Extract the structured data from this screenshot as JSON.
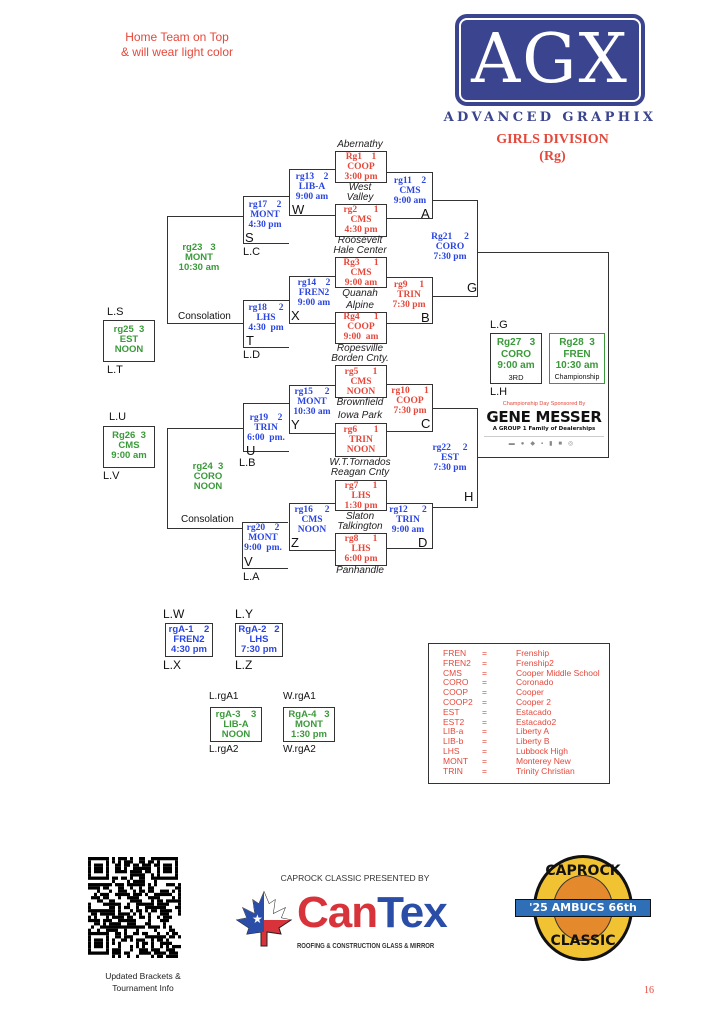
{
  "header": {
    "note_line1": "Home Team on Top",
    "note_line2": "& will wear light color",
    "logo_text": "AGX",
    "logo_sub": "ADVANCED GRAPHIX",
    "division": "GIRLS  DIVISION",
    "division_code": "(Rg)"
  },
  "colors": {
    "home": "#e5483b",
    "away": "#2b45e0",
    "consolation": "#3a9a3a",
    "logo": "#3a448f"
  },
  "games": {
    "rg1": [
      "Rg1    1",
      "COOP",
      "3:00 pm"
    ],
    "rg2": [
      "rg2       1",
      "CMS",
      "4:30 pm"
    ],
    "rg3": [
      "Rg3      1",
      "CMS",
      "9:00 am"
    ],
    "rg4": [
      "Rg4      1",
      "COOP",
      "9:00  am"
    ],
    "rg5": [
      "rg5      1",
      "CMS",
      "NOON"
    ],
    "rg6": [
      "rg6       1",
      "TRIN",
      "NOON"
    ],
    "rg7": [
      "rg7      1",
      "LHS",
      "1:30 pm"
    ],
    "rg8": [
      "rg8      1",
      "LHS",
      "6:00 pm"
    ],
    "rg9": [
      "rg9     1",
      "TRIN",
      "7:30 pm"
    ],
    "rg10": [
      "rg10      1",
      "COOP",
      "7:30 pm"
    ],
    "rg11": [
      "rg11    2",
      "CMS",
      "9:00 am"
    ],
    "rg12": [
      "rg12      2",
      "TRIN",
      "9:00 am"
    ],
    "rg13": [
      "rg13    2",
      "LIB-A",
      "9:00 am"
    ],
    "rg14": [
      "rg14    2",
      "FREN2",
      "9:00 am"
    ],
    "rg15": [
      "rg15     2",
      "MONT",
      "10:30 am"
    ],
    "rg16": [
      "rg16     2",
      "CMS",
      "NOON"
    ],
    "rg17": [
      "rg17    2",
      "MONT",
      "4:30 pm"
    ],
    "rg18": [
      "rg18     2",
      "LHS",
      "4:30  pm"
    ],
    "rg19": [
      "rg19    2",
      "TRIN",
      "6:00  pm."
    ],
    "rg20": [
      "rg20    2",
      "MONT",
      "9:00  pm."
    ],
    "rg21": [
      "Rg21     2",
      "CORO",
      "7:30 pm"
    ],
    "rg22": [
      "rg22     2",
      "EST",
      "7:30 pm"
    ],
    "rg23": [
      "rg23   3",
      "MONT",
      "10:30 am"
    ],
    "rg24": [
      "rg24  3",
      "CORO",
      "NOON"
    ],
    "rg25": [
      "rg25  3",
      "EST",
      "NOON"
    ],
    "rg26": [
      "Rg26  3",
      "CMS",
      "9:00 am"
    ],
    "rg27": [
      "Rg27   3",
      "CORO",
      "9:00 am"
    ],
    "rg28": [
      "Rg28  3",
      "FREN",
      "10:30 am"
    ],
    "rga1": [
      "rgA-1    2",
      "FREN2",
      "4:30 pm"
    ],
    "rga2": [
      "RgA-2   2",
      "LHS",
      "7:30 pm"
    ],
    "rga3": [
      "rgA-3    3",
      "LIB-A",
      "NOON"
    ],
    "rga4": [
      "RgA-4   3",
      "MONT",
      "1:30 pm"
    ]
  },
  "slots": {
    "W": "W",
    "A": "A",
    "S": "S",
    "G": "G",
    "X": "X",
    "B": "B",
    "T": "T",
    "Y": "Y",
    "C": "C",
    "U": "U",
    "H": "H",
    "Z": "Z",
    "D": "D",
    "V": "V"
  },
  "labels": {
    "lc": "L.C",
    "ld": "L.D",
    "lb": "L.B",
    "la": "L.A",
    "ls": "L.S",
    "lt": "L.T",
    "lu": "L.U",
    "lv": "L.V",
    "lg": "L.G",
    "lh": "L.H",
    "lw": "L.W",
    "lx": "L.X",
    "ly": "L.Y",
    "lz": "L.Z",
    "lrga1": "L.rgA1",
    "lrga2": "L.rgA2",
    "wrga1": "W.rgA1",
    "wrga2": "W.rgA2",
    "consolation": "Consolation",
    "third": "3RD",
    "championship": "Championship"
  },
  "venues": [
    "Abernathy",
    "West",
    "Valley",
    "Roosevelt",
    "Hale Center",
    "Quanah",
    "Alpine",
    "Ropesville",
    "Borden Cnty.",
    "Brownfield",
    "Iowa Park",
    "W.T.Tornados",
    "Reagan Cnty",
    "Slaton",
    "Talkington",
    "Panhandle"
  ],
  "sponsor": {
    "day": "Championship Day Sponsored By",
    "name": "GENE MESSER",
    "tag": "A GROUP 1 Family of Dealerships",
    "presented": "CAPROCK CLASSIC PRESENTED BY",
    "cantex_a": "Can",
    "cantex_b": "Tex",
    "cantex_sub": "ROOFING & CONSTRUCTION  GLASS & MIRROR",
    "caprock_top": "CAPROCK",
    "caprock_band": "'25  AMBUCS  66th",
    "caprock_bottom": "CLASSIC"
  },
  "legend": [
    [
      "FREN",
      "=",
      "Frenship"
    ],
    [
      "FREN2",
      "=",
      "Frenship2"
    ],
    [
      "CMS",
      "=",
      "Cooper Middle School"
    ],
    [
      "CORO",
      "=",
      "Coronado"
    ],
    [
      "COOP",
      "=",
      "Cooper"
    ],
    [
      "COOP2",
      "=",
      "Cooper 2"
    ],
    [
      "EST",
      "=",
      "Estacado"
    ],
    [
      "EST2",
      "=",
      "Estacado2"
    ],
    [
      "LIB-a",
      "=",
      "Liberty A"
    ],
    [
      "LIB-b",
      "=",
      "Liberty B"
    ],
    [
      "LHS",
      "=",
      "Lubbock High"
    ],
    [
      "MONT",
      "=",
      "Monterey New"
    ],
    [
      "TRIN",
      "=",
      "Trinity Christian"
    ]
  ],
  "footer": {
    "qr_line1": "Updated Brackets  &",
    "qr_line2": "Tournament Info",
    "page": "16"
  }
}
